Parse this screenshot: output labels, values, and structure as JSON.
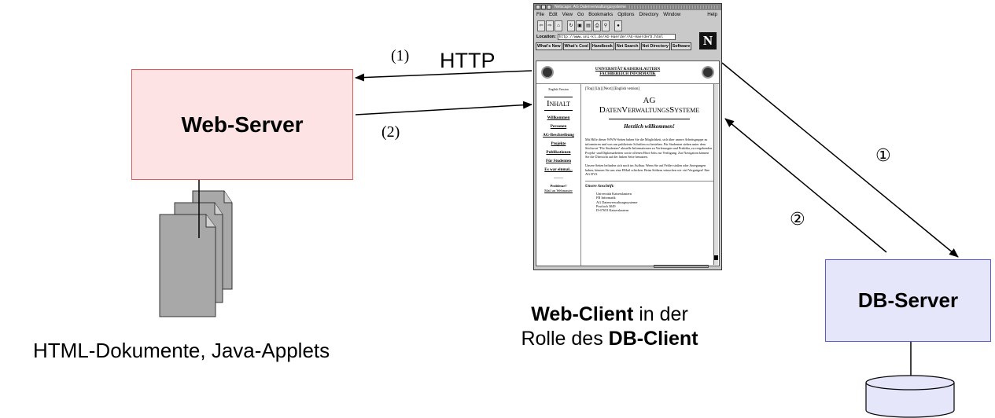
{
  "nodes": {
    "web_server": "Web-Server",
    "db_server": "DB-Server",
    "documents_caption": "HTML-Dokumente, Java-Applets",
    "client_caption": {
      "bold1": "Web-Client",
      "text1": " in der",
      "text2": "Rolle des ",
      "bold2": "DB-Client"
    }
  },
  "arrows": {
    "http_label": "HTTP",
    "request_label": "(1)",
    "response_label": "(2)",
    "db_request_label": "①",
    "db_response_label": "②"
  },
  "browser": {
    "title": "Netscape: AG Datenverwaltungssysteme",
    "menu": [
      "File",
      "Edit",
      "View",
      "Go",
      "Bookmarks",
      "Options",
      "Directory",
      "Window"
    ],
    "menu_help": "Help",
    "location_label": "Location:",
    "location_url": "http://www.uni-kl.de/AG-Haerder/AG-HaerderD.html",
    "logo": "N",
    "dir_buttons": [
      "What's New",
      "What's Cool",
      "Handbook",
      "Net Search",
      "Net Directory",
      "Software"
    ],
    "university": "UNIVERSITÄT KAISERSLAUTERN",
    "department": "FACHBEREICH INFORMATIK",
    "side": {
      "english": "English Version",
      "heading": "Inhalt",
      "links": [
        "Willkommen",
        "Personen",
        "AG-Beschreibung",
        "Projekte",
        "Publikationen",
        "Für Studenten",
        "Es war einmal..."
      ],
      "problems": "Probleme?",
      "mail": "Mail an Webmaster"
    },
    "main": {
      "nav": "[Top] [Up] [Next] [English version]",
      "ag": "AG",
      "name": "DatenVerwaltungsSysteme",
      "welcome": "Herzlich willkommen!",
      "para1": "Mit Hilfe dieser WWW-Seiten haben Sie die Möglichkeit, sich über unsere Arbeitsgruppe zu informieren und von uns publizierte Schriften zu beziehen. Für Studenten stehen unter dem Stichwort \"Für Studenten\" aktuelle Informationen zu Vorlesungen und Praktika, zu vergebenden Projekt- und Diplomarbeiten sowie offenen Hiwi-Jobs zur Verfügung. Zur Navigation können Sie die Übersicht auf der linken Seite benutzen.",
      "para2": "Unsere Seiten befinden sich noch im Aufbau. Wenn Sie auf Fehler stoßen oder Anregungen haben, können Sie uns eine EMail schicken. Beim Stöbern wünschen wir viel Vergnügen! Ihre AG DVS",
      "address_title": "Unsere Anschrift:",
      "address": [
        "Universität Kaiserslautern",
        "FB Informatik",
        "AG Datenverwaltungssysteme",
        "Postfach 3049",
        "D-67653 Kaiserslautern"
      ]
    }
  }
}
